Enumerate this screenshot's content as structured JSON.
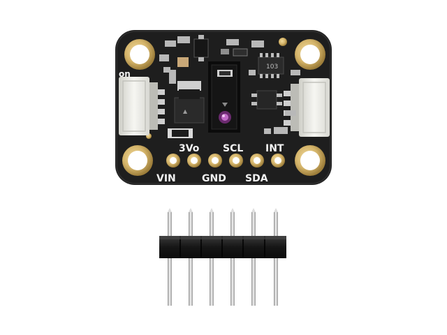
{
  "board": {
    "silkscreen": {
      "on": "on",
      "top_row": [
        "3Vo",
        "SCL",
        "INT"
      ],
      "bottom_row": [
        "VIN",
        "GND",
        "SDA"
      ],
      "chip_mark": "103"
    }
  },
  "colors": {
    "pcb": "#1e1e1e",
    "silkscreen": "#f2f2f2",
    "pad_gold": "#d4b46a",
    "connector_white": "#eeeeea",
    "header_plastic": "#1a1a1a",
    "pin_silver": "#c8c8c8"
  }
}
